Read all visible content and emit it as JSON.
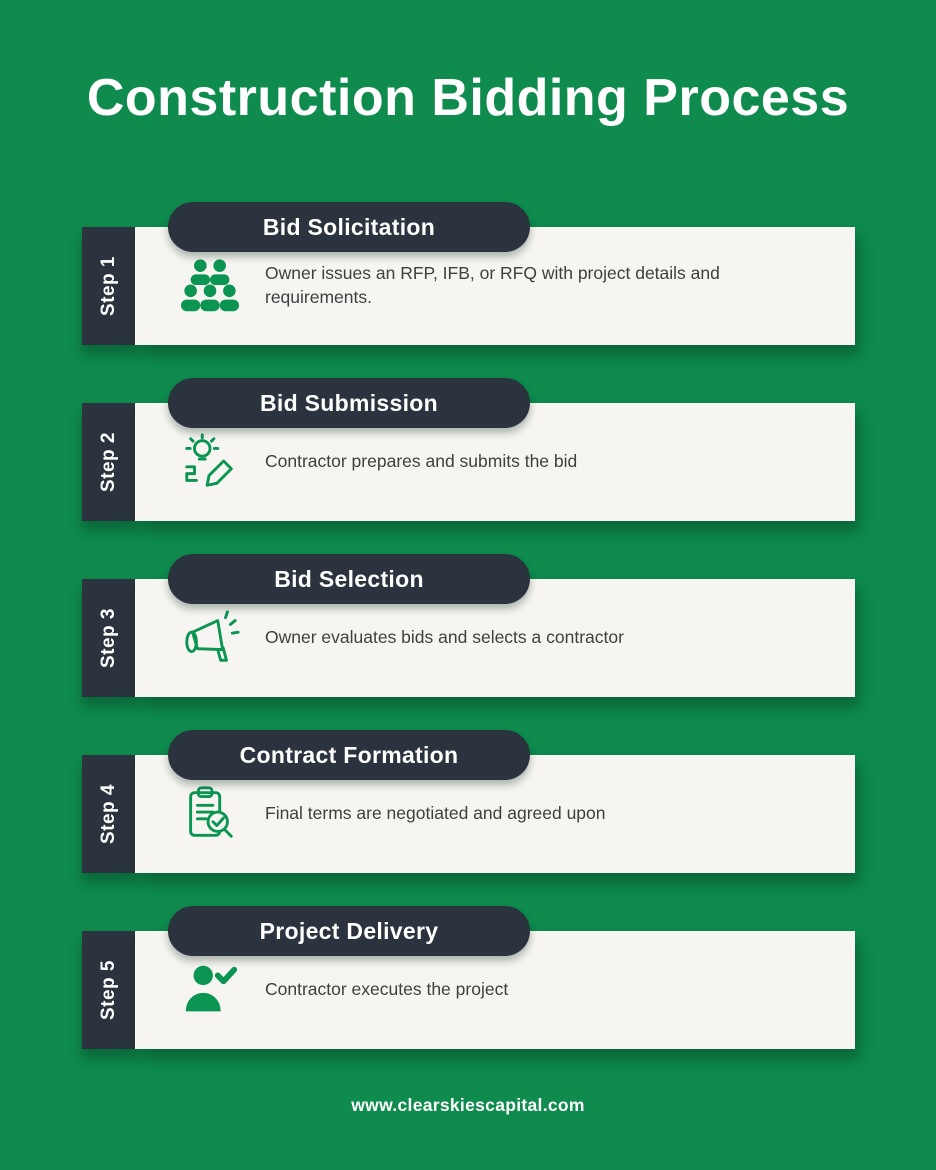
{
  "title": "Construction Bidding Process",
  "footer": "www.clearskiescapital.com",
  "colors": {
    "background": "#0e8b4d",
    "dark": "#2b333e",
    "card": "#f6f5f1",
    "icon_green": "#0c9552"
  },
  "steps": [
    {
      "step_label": "Step 1",
      "title": "Bid Solicitation",
      "description": "Owner issues an RFP, IFB, or RFQ with project details and requirements.",
      "icon": "people-group-icon"
    },
    {
      "step_label": "Step 2",
      "title": "Bid Submission",
      "description": "Contractor prepares and submits the bid",
      "icon": "idea-pencil-icon"
    },
    {
      "step_label": "Step 3",
      "title": "Bid Selection",
      "description": "Owner evaluates bids and selects a contractor",
      "icon": "megaphone-icon"
    },
    {
      "step_label": "Step 4",
      "title": "Contract Formation",
      "description": "Final terms are negotiated and agreed upon",
      "icon": "clipboard-search-icon"
    },
    {
      "step_label": "Step 5",
      "title": "Project Delivery",
      "description": "Contractor executes the project",
      "icon": "person-check-icon"
    }
  ]
}
